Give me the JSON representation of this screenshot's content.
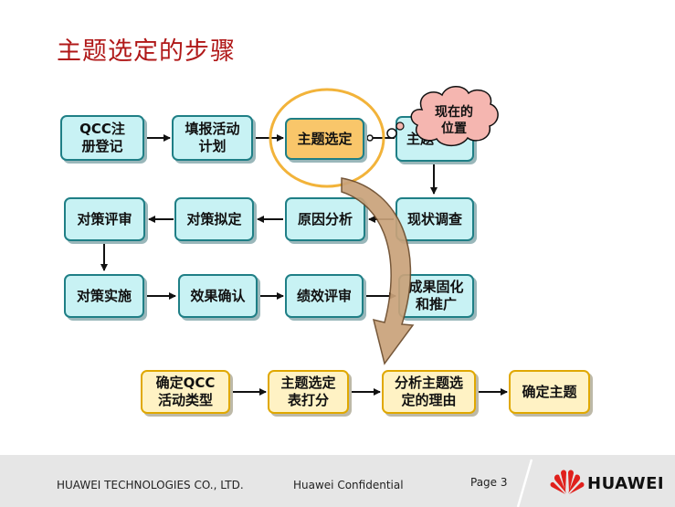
{
  "slide": {
    "title": "主题选定的步骤"
  },
  "flow_boxes": {
    "qcc_register": "QCC注\n册登记",
    "fill_plan": "填报活动\n计划",
    "topic_select": "主题选定",
    "topic_partial": "主题",
    "status_survey": "现状调查",
    "cause_analysis": "原因分析",
    "countermeasure_plan": "对策拟定",
    "countermeasure_review": "对策评审",
    "countermeasure_impl": "对策实施",
    "effect_confirm": "效果确认",
    "performance_eval": "绩效评审",
    "result_solidify": "成果固化\n和推广"
  },
  "callout": {
    "current_position": "现在的\n位置"
  },
  "sub_steps": {
    "determine_type": "确定QCC\n活动类型",
    "topic_scoring": "主题选定\n表打分",
    "analyze_reason": "分析主题选\n定的理由",
    "determine_topic": "确定主题"
  },
  "footer": {
    "company": "HUAWEI TECHNOLOGIES CO., LTD.",
    "confidential": "Huawei Confidential",
    "page": "Page 3",
    "logo_text": "HUAWEI"
  },
  "colors": {
    "title": "#b01818",
    "box_fill": "#c8f2f4",
    "box_border": "#1f7f86",
    "current_box_fill": "#f9c66a",
    "highlight_ring": "#f2b33a",
    "sub_box_fill": "#fff2c4",
    "sub_box_border": "#e0a800",
    "big_arrow": "#c9a27a",
    "logo_red": "#e0201c"
  }
}
